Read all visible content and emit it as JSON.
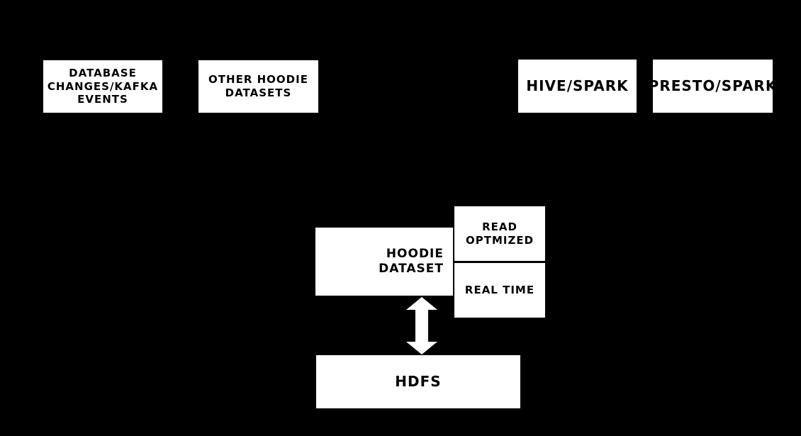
{
  "diagram": {
    "background_color": "#000000",
    "node_fill_color": "#ffffff",
    "node_text_color": "#000000",
    "arrow_color": "#ffffff",
    "nodes": {
      "database_changes": {
        "label": "DATABASE\nCHANGES/KAFKA\nEVENTS"
      },
      "other_datasets": {
        "label": "OTHER HOODIE\nDATASETS"
      },
      "hive_spark": {
        "label": "HIVE/SPARK"
      },
      "presto_spark": {
        "label": "PRESTO/SPARK"
      },
      "hoodie_dataset": {
        "label": "HOODIE\nDATASET"
      },
      "read_optimized": {
        "label": "READ\nOPTMIZED"
      },
      "real_time": {
        "label": "REAL TIME"
      },
      "hdfs": {
        "label": "HDFS"
      }
    },
    "connections": [
      {
        "from": "hoodie_dataset",
        "to": "hdfs",
        "type": "double-headed-vertical-arrow"
      }
    ]
  }
}
